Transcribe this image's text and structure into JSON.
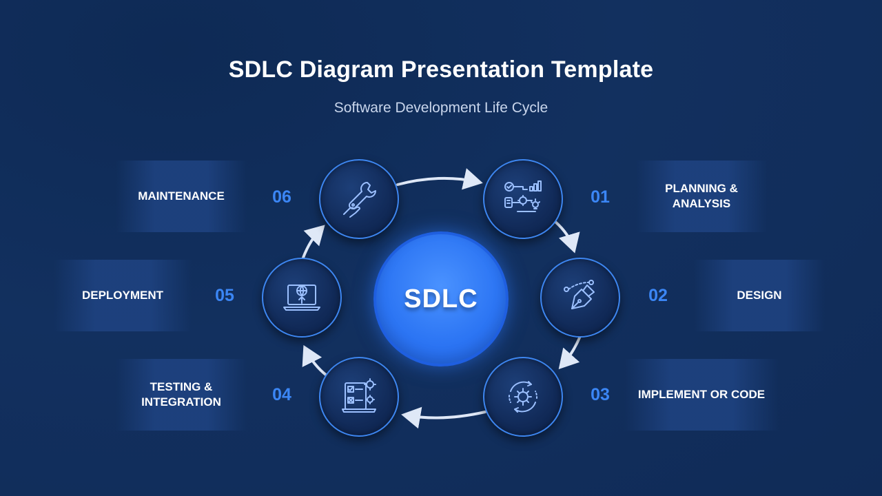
{
  "title": "SDLC Diagram Presentation Template",
  "subtitle": "Software Development Life Cycle",
  "center_label": "SDLC",
  "accent_color": "#3b86f5",
  "steps": [
    {
      "number": "01",
      "label": "PLANNING & ANALYSIS",
      "icon": "planning-analysis-icon"
    },
    {
      "number": "02",
      "label": "DESIGN",
      "icon": "pen-tool-icon"
    },
    {
      "number": "03",
      "label": "IMPLEMENT OR CODE",
      "icon": "gear-cycle-icon"
    },
    {
      "number": "04",
      "label": "TESTING & INTEGRATION",
      "icon": "checklist-gears-icon"
    },
    {
      "number": "05",
      "label": "DEPLOYMENT",
      "icon": "laptop-upload-icon"
    },
    {
      "number": "06",
      "label": "MAINTENANCE",
      "icon": "wrench-hand-icon"
    }
  ]
}
